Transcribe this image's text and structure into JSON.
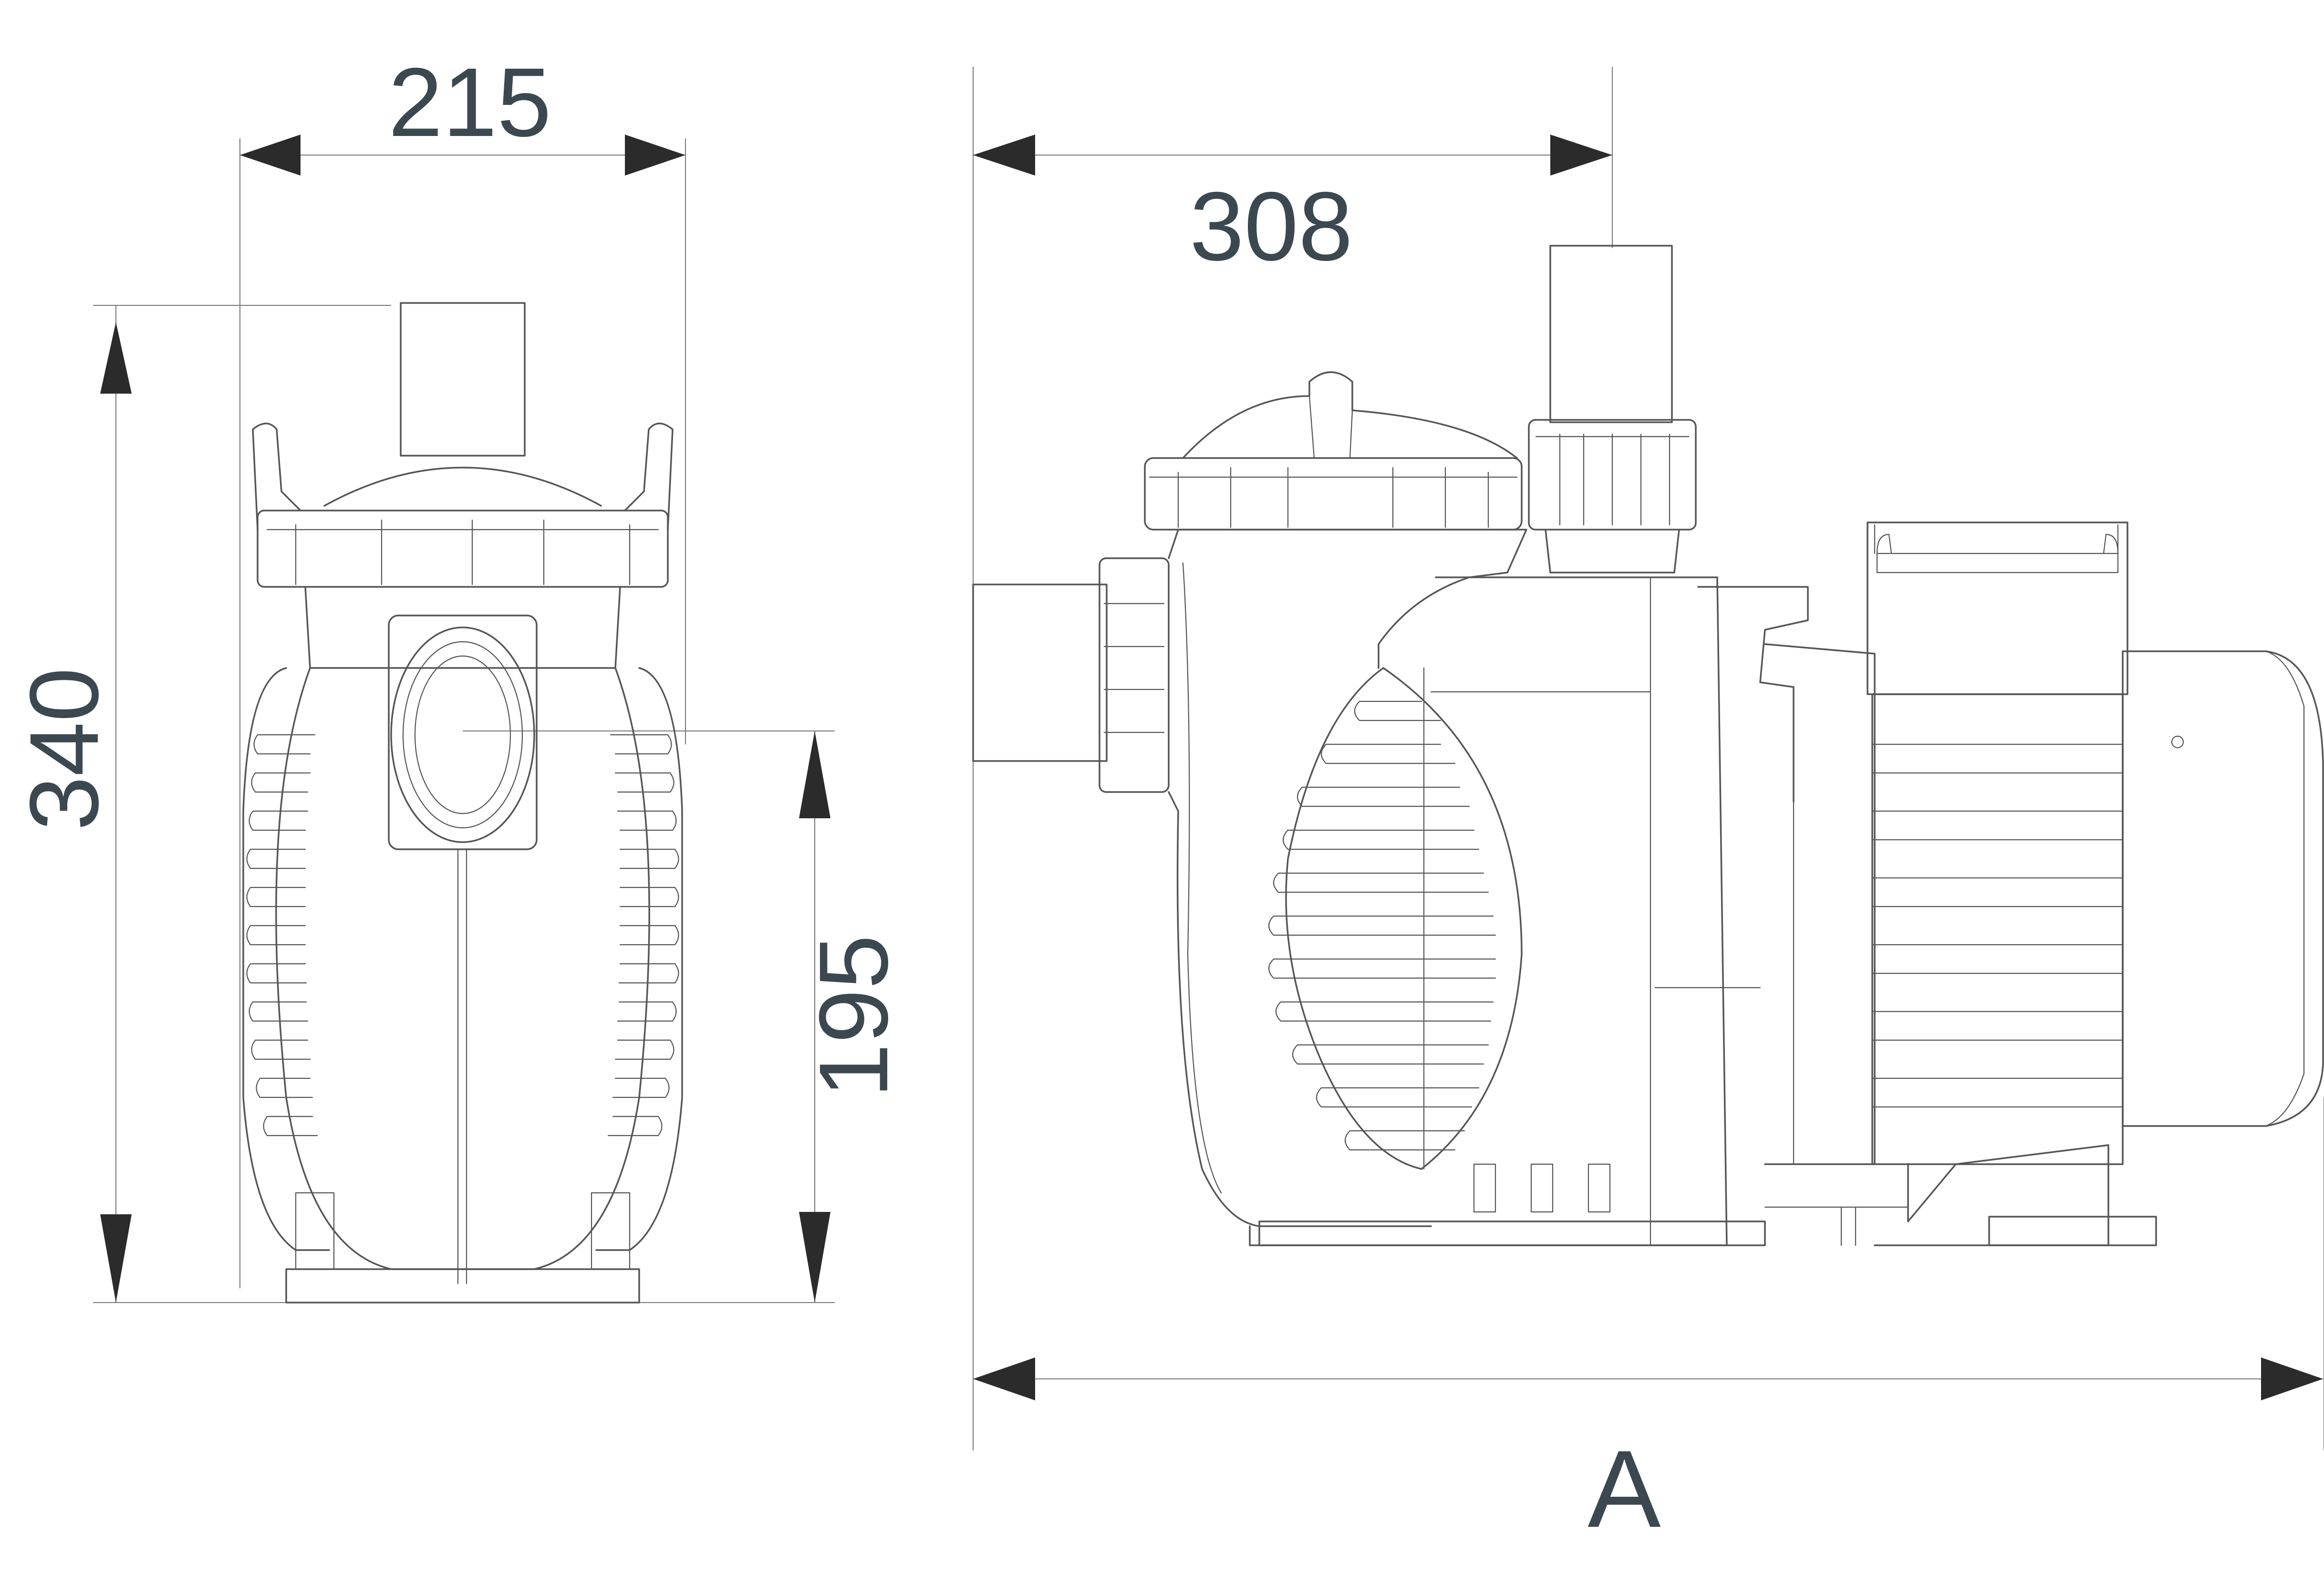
{
  "dimensions": {
    "front_width": "215",
    "front_height": "340",
    "inlet_height": "195",
    "side_depth": "308",
    "overall_length": "A"
  },
  "colors": {
    "dimension_text": "#3b4850",
    "line": "#555555",
    "arrow": "#2b2b2b"
  }
}
